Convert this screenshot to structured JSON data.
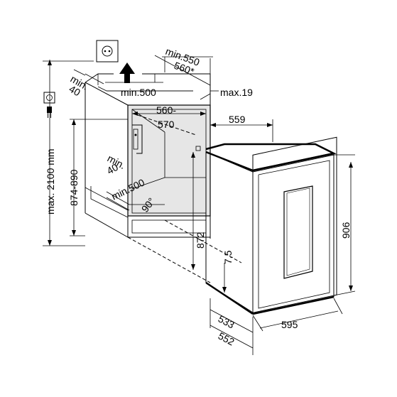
{
  "dimensions": {
    "max_height": "max. 2100 mm",
    "niche_height_range": "874-890",
    "min_vent_depth_top": "min.",
    "min_vent_depth_top_value": "40",
    "min_vent_width_top": "min.500",
    "niche_depth_min": "min.550",
    "niche_depth_alt": "560*",
    "max_gap": "max.19",
    "niche_width_line1": "560-",
    "niche_width_line2": "570",
    "min_vent_depth_bottom": "min.",
    "min_vent_depth_bottom_value": "40",
    "min_vent_width_bottom": "min.500",
    "angle": "90°",
    "appliance_depth_body": "559",
    "appliance_height": "906",
    "appliance_plinth_height": "872",
    "door_offset": "7,5",
    "appliance_width": "595",
    "depth_533": "533",
    "depth_552": "552"
  },
  "icons": {
    "wall_socket": "wall-socket-icon",
    "electric_plug": "electric-plug-icon",
    "airflow_arrow": "airflow-up-arrow-icon"
  }
}
